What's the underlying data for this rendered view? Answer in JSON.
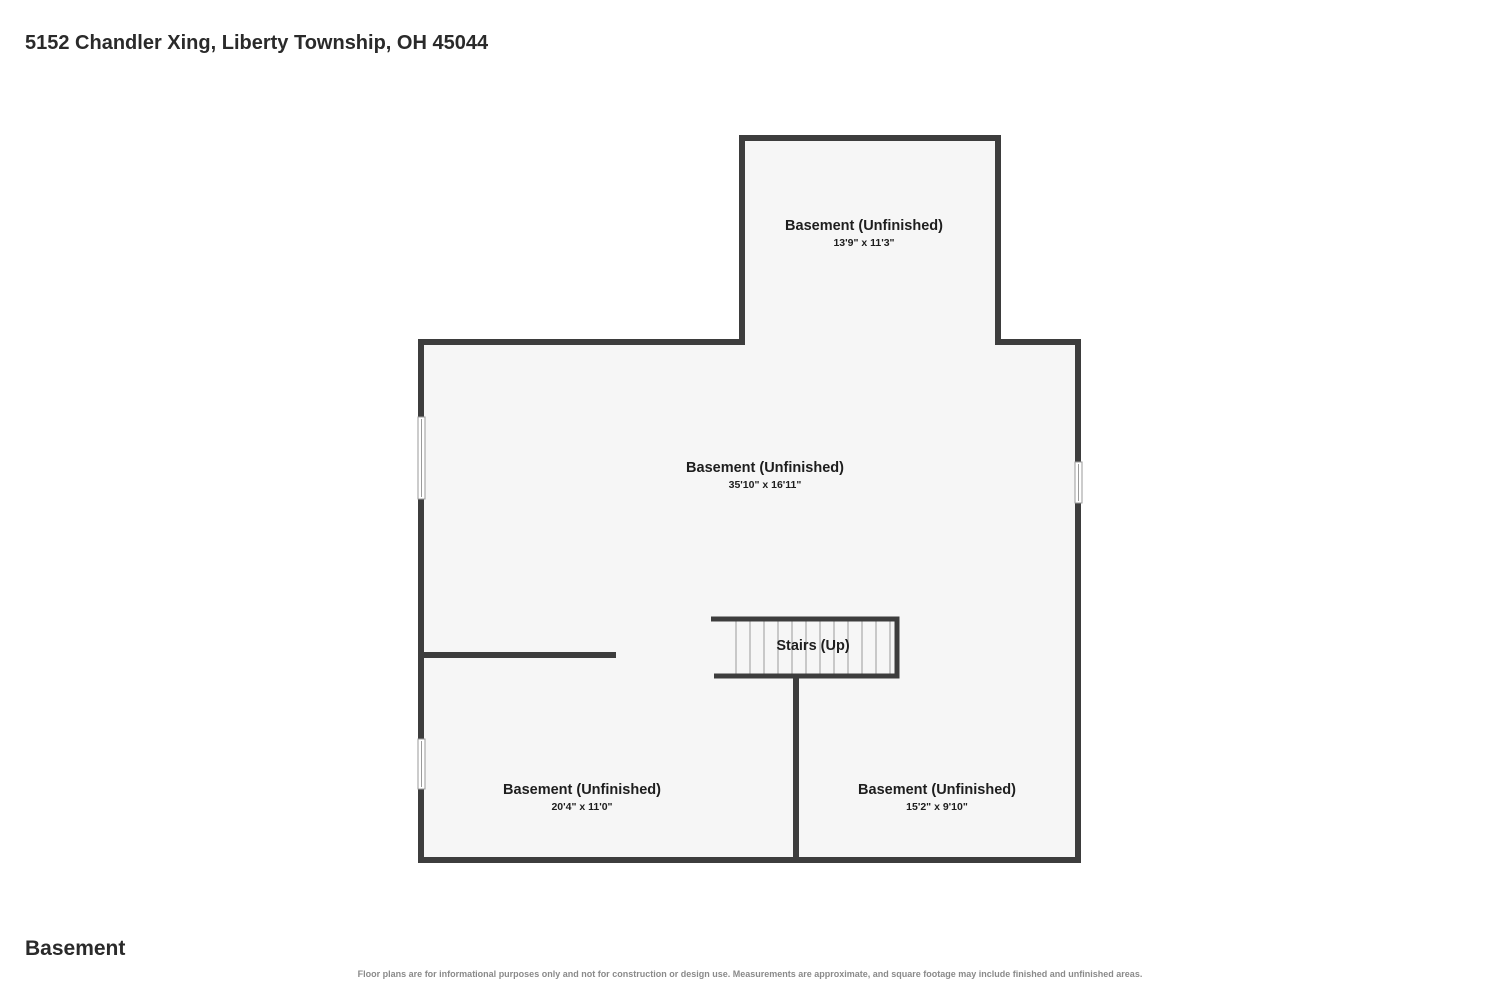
{
  "header": {
    "address": "5152 Chandler Xing, Liberty Township, OH 45044"
  },
  "floor": {
    "name": "Basement"
  },
  "rooms": [
    {
      "name": "Basement (Unfinished)",
      "dimensions": "13'9\" x 11'3\""
    },
    {
      "name": "Basement (Unfinished)",
      "dimensions": "35'10\" x 16'11\""
    },
    {
      "name": "Stairs (Up)"
    },
    {
      "name": "Basement (Unfinished)",
      "dimensions": "20'4\" x 11'0\""
    },
    {
      "name": "Basement (Unfinished)",
      "dimensions": "15'2\" x 9'10\""
    }
  ],
  "footer": {
    "disclaimer": "Floor plans are for informational purposes only and not for construction or design use. Measurements are approximate, and square footage may include finished and unfinished areas."
  },
  "colors": {
    "wall": "#3d3d3d",
    "floor_fill": "#f6f6f6",
    "background": "#ffffff"
  }
}
